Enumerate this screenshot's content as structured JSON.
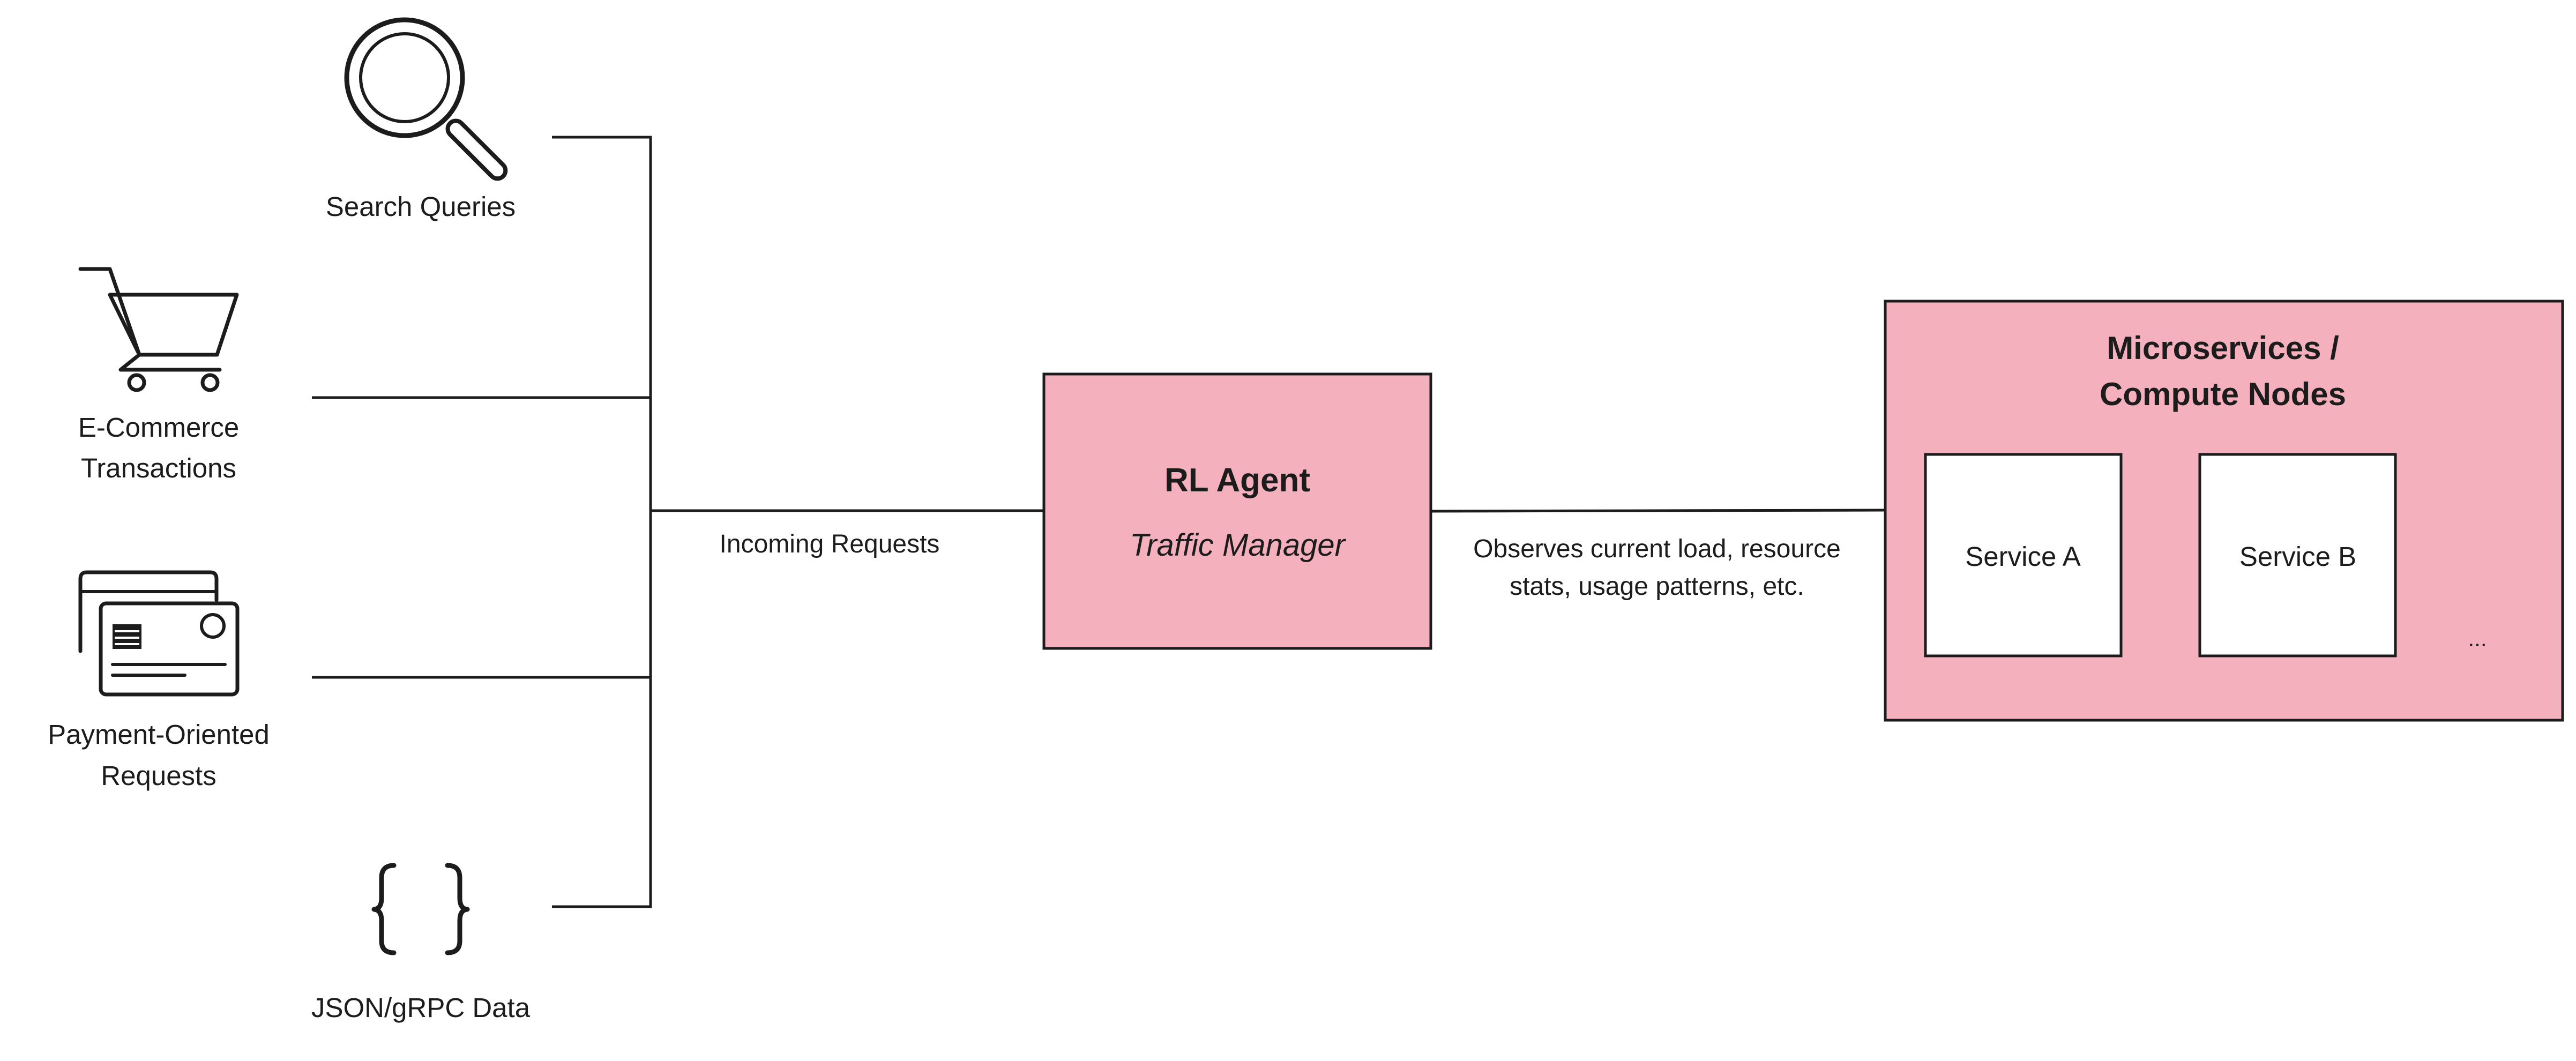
{
  "sources": {
    "search": {
      "label": "Search Queries",
      "icon": "magnifier-icon"
    },
    "ecommerce": {
      "label_lines": [
        "E-Commerce",
        "Transactions"
      ],
      "icon": "shopping-cart-icon"
    },
    "payment": {
      "label_lines": [
        "Payment-Oriented",
        "Requests"
      ],
      "icon": "credit-cards-icon"
    },
    "json": {
      "label": "JSON/gRPC Data",
      "icon": "curly-braces-icon"
    }
  },
  "edges": {
    "incoming": "Incoming Requests",
    "observes_lines": [
      "Observes current load, resource",
      "stats, usage patterns, etc."
    ]
  },
  "agent": {
    "title": "RL Agent",
    "subtitle": "Traffic Manager"
  },
  "cluster": {
    "title_lines": [
      "Microservices /",
      "Compute Nodes"
    ],
    "services": [
      "Service A",
      "Service B"
    ],
    "more": "..."
  },
  "colors": {
    "box_fill": "#f5b0be",
    "stroke": "#1c1c1c",
    "background": "#ffffff"
  }
}
